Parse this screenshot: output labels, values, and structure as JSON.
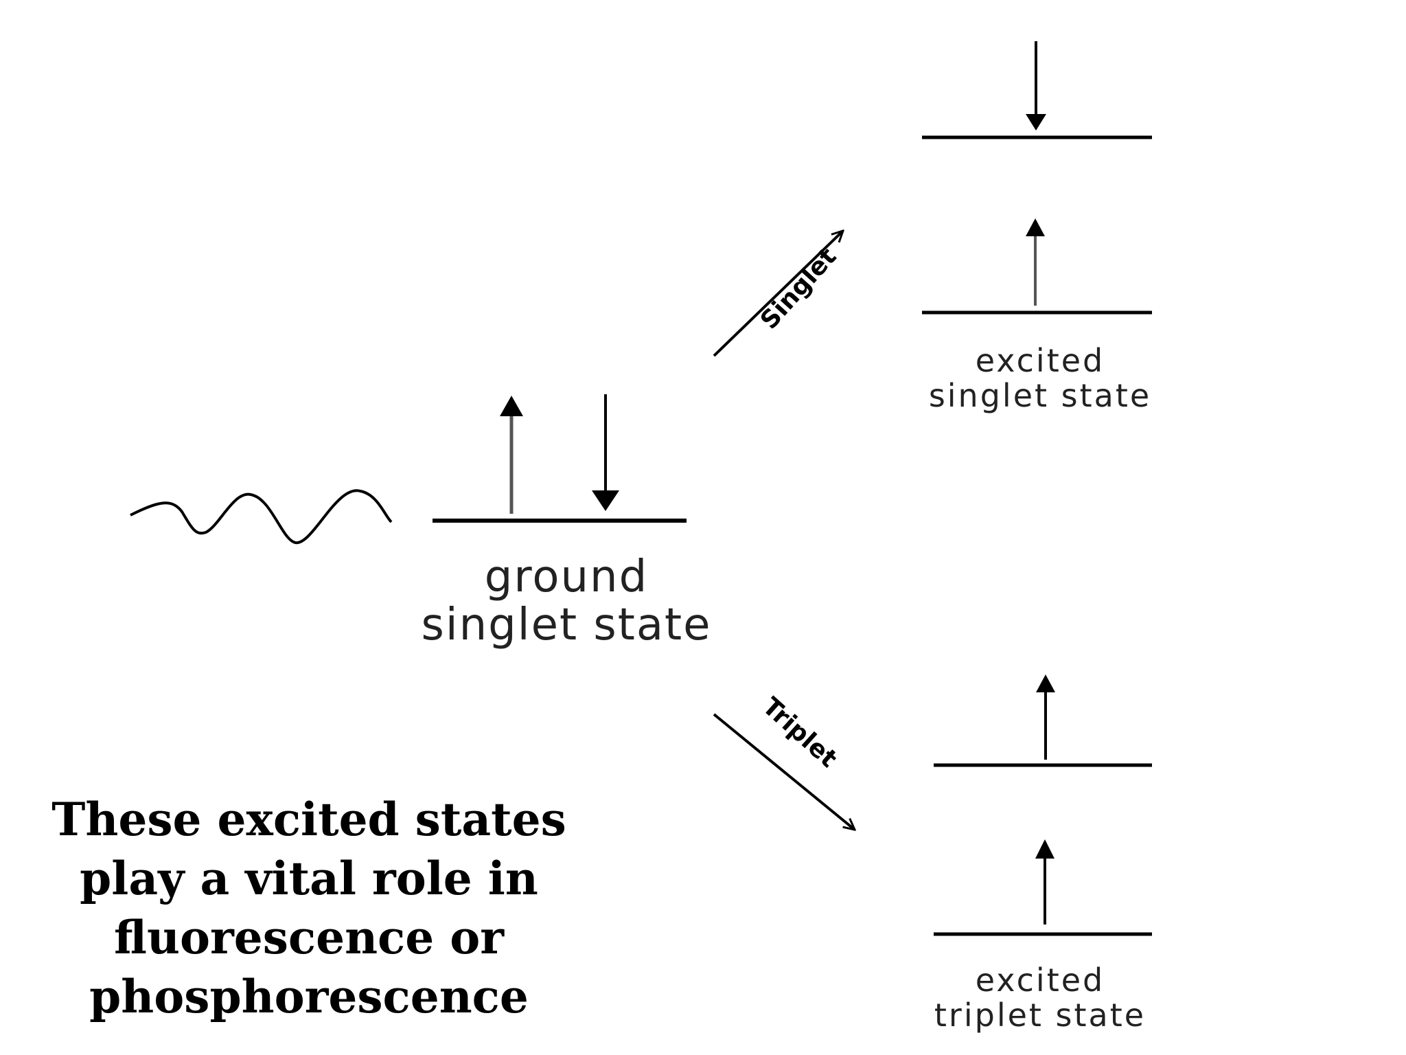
{
  "states": {
    "ground": {
      "line1": "ground",
      "line2": "singlet state"
    },
    "excited_singlet": {
      "line1": "excited",
      "line2": "singlet state"
    },
    "excited_triplet": {
      "line1": "excited",
      "line2": "triplet state"
    }
  },
  "transitions": {
    "singlet": "Singlet",
    "triplet": "Triplet"
  },
  "caption": {
    "line1": "These excited states",
    "line2": "play a vital role in",
    "line3": "fluorescence or",
    "line4": "phosphorescence"
  },
  "spins": {
    "ground": [
      "up",
      "down"
    ],
    "excited_singlet": [
      "up",
      "down"
    ],
    "excited_triplet": [
      "up",
      "up"
    ]
  },
  "colors": {
    "ink": "#000000",
    "label": "#222222"
  }
}
